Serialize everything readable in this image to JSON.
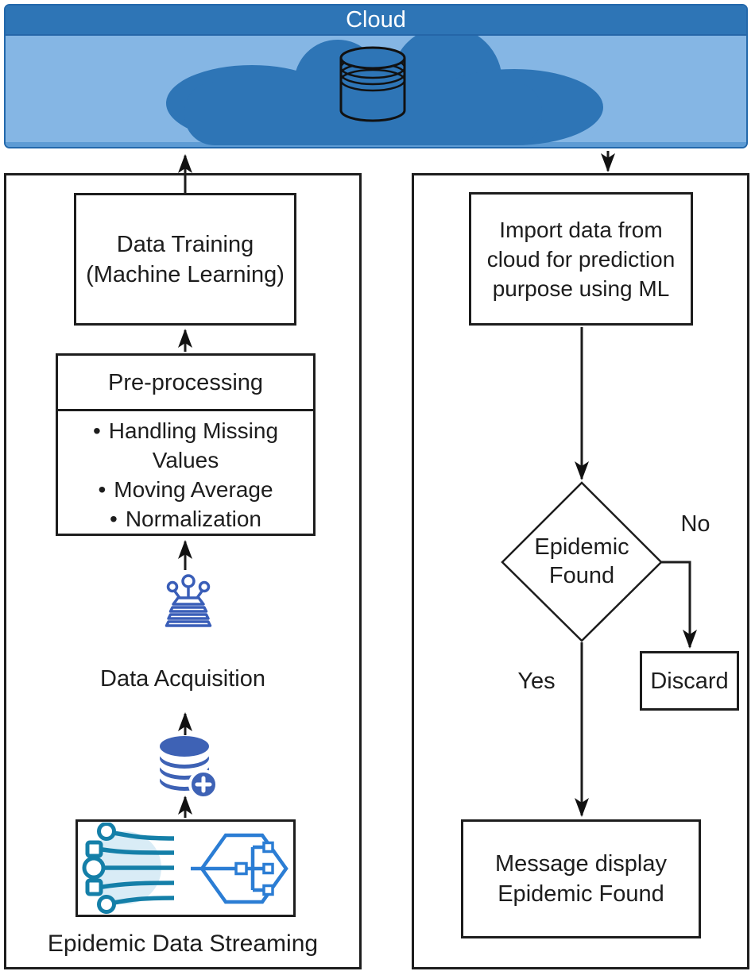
{
  "banner": {
    "title": "Cloud"
  },
  "left_panel": {
    "data_training": {
      "lines": [
        "Data Training",
        "(Machine Learning)"
      ]
    },
    "preprocessing": {
      "title": "Pre-processing",
      "bullet_char": "•",
      "bullets": [
        "Handling Missing Values",
        "Moving Average",
        "Normalization"
      ]
    },
    "acquisition_label": "Data Acquisition",
    "streaming_label": "Epidemic Data Streaming"
  },
  "right_panel": {
    "import_box": {
      "lines": [
        "Import data from",
        "cloud for prediction",
        "purpose using ML"
      ]
    },
    "decision": {
      "label": "Epidemic Found"
    },
    "branch_no": "No",
    "branch_yes": "Yes",
    "discard_label": "Discard",
    "message_box": {
      "lines": [
        "Message display",
        "Epidemic Found"
      ]
    }
  },
  "icons": {
    "cloud": "cloud-shape",
    "cloud_database": "database-cylinder",
    "preprocessing_input": "ml-layers",
    "data_acquisition": "database-add",
    "streaming_left": "data-stream-lines",
    "streaming_right": "hexagon-branch"
  },
  "colors": {
    "banner_header_blue": "#2E75B6",
    "banner_body_blue": "#85B6E4",
    "cloud_blue": "#2E75B6",
    "royal_blue": "#3A5EB8",
    "teal": "#147FA8",
    "hex_blue": "#2B7DD4",
    "blob_blue": "#D9ECF6",
    "line_black": "#1D1D1D"
  }
}
